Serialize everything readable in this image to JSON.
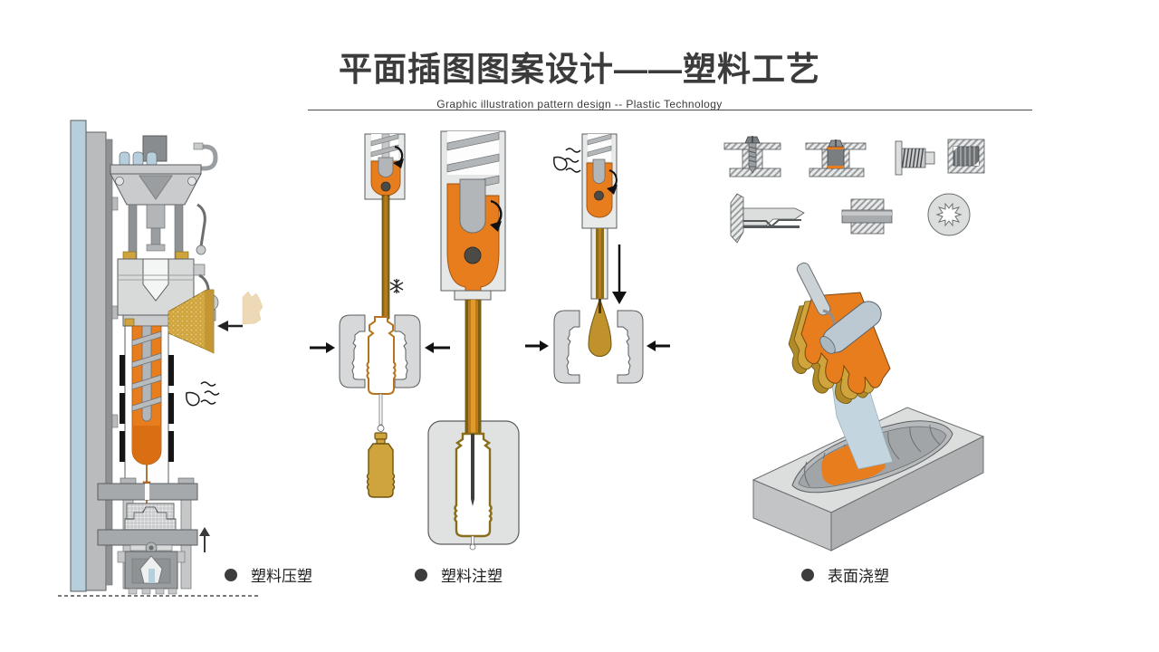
{
  "header": {
    "title": "平面插图图案设计——塑料工艺",
    "subtitle": "Graphic illustration pattern design -- Plastic Technology"
  },
  "legend": {
    "items": [
      {
        "label": "塑料压塑"
      },
      {
        "label": "塑料注塑"
      },
      {
        "label": "表面浇塑"
      }
    ]
  },
  "icons": {
    "flame": "flame-icon",
    "heat_waves": "heat-waves-icon",
    "snowflake": "snowflake-icon",
    "rotation_arrow": "rotation-arrow-icon",
    "feed_arrow": "left-arrow-icon",
    "clamp_arrows": "inward-arrows-icon",
    "drop_arrow": "down-arrow-icon",
    "press_arrow": "up-arrow-icon"
  },
  "colors": {
    "orange": "#E87D1E",
    "orange_deep": "#D96F12",
    "gold": "#D0A43C",
    "gold_dark": "#8A6D1A",
    "amber": "#C07B16",
    "steel_blue": "#B7CEDC",
    "roller_blue": "#BCC9D2",
    "machine_gray": "#A6A9AB",
    "light_gray": "#DCDEDE",
    "outline": "#5A5D5F",
    "ink": "#1F1F1F",
    "title_color": "#3B3B3B"
  }
}
